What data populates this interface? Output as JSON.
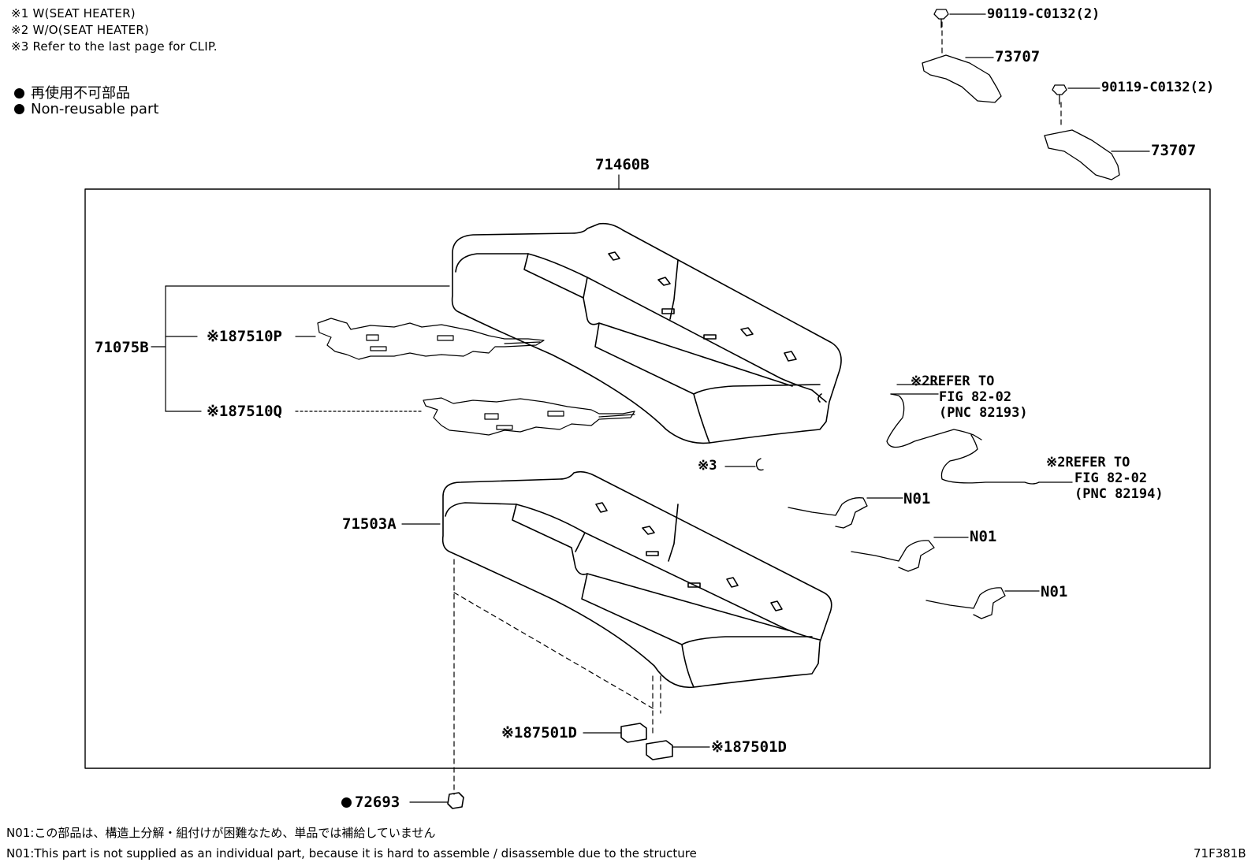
{
  "notes": [
    "※1 W(SEAT HEATER)",
    "※2 W/O(SEAT HEATER)",
    "※3 Refer to the last page for CLIP."
  ],
  "legend": {
    "jp": "再使用不可部品",
    "en": "Non-reusable part"
  },
  "callouts": {
    "bolt_1": "90119-C0132(2)",
    "hinge_1": "73707",
    "bolt_2": "90119-C0132(2)",
    "hinge_2": "73707",
    "assembly": "71460B",
    "heater_assy": "71075B",
    "heater_p": "※187510P",
    "heater_q": "※187510Q",
    "clip": "※3",
    "cover": "71503A",
    "switch_1": "※187501D",
    "switch_2": "※187501D",
    "part_72693": "72693",
    "n01_1": "N01",
    "n01_2": "N01",
    "n01_3": "N01",
    "refer_1": [
      "※2REFER TO",
      "FIG 82-02",
      "(PNC 82193)"
    ],
    "refer_2": [
      "※2REFER TO",
      "FIG 82-02",
      "(PNC 82194)"
    ]
  },
  "footer": {
    "jp": "N01:この部品は、構造上分解・組付けが困難なため、単品では補給していません",
    "en": "N01:This part is not supplied as an individual part, because it is hard to assemble / disassemble due to the structure",
    "fig_id": "71F381B"
  }
}
